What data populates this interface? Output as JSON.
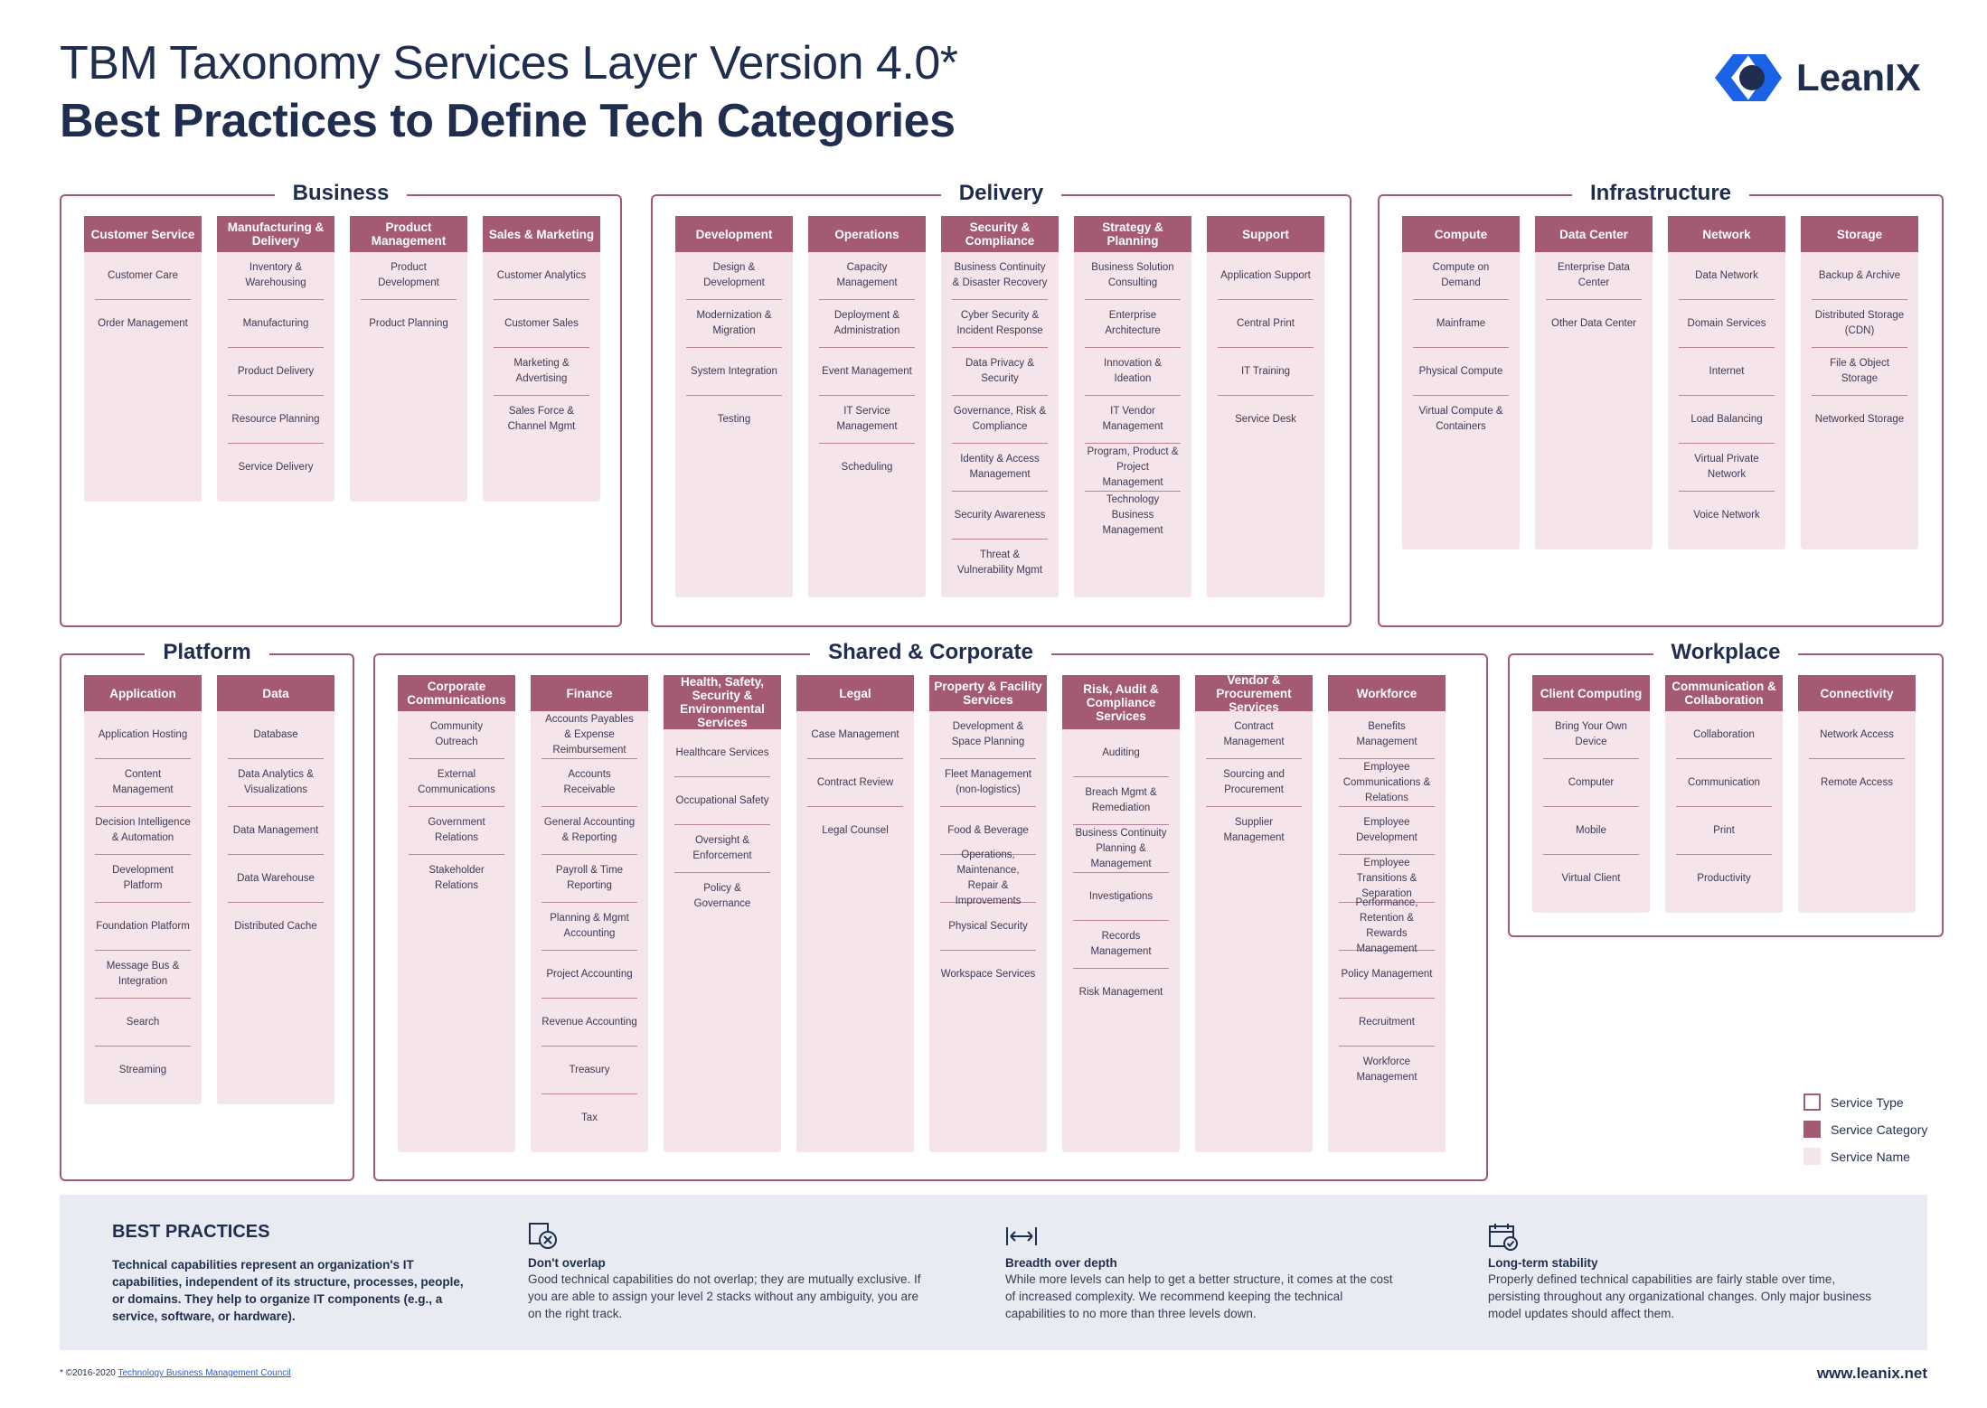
{
  "header": {
    "title_line1": "TBM Taxonomy Services Layer Version 4.0*",
    "title_line2": "Best Practices to Define Tech Categories",
    "logo_text": "LeanIX"
  },
  "colors": {
    "category": "#a35a72",
    "service_name_bg": "#f5e4ea",
    "border": "#a35a72",
    "navy": "#1f2d4e",
    "logo_blue": "#1b63e6"
  },
  "layers": [
    {
      "name": "Business",
      "columns": [
        {
          "category": "Customer Service",
          "items": [
            "Customer Care",
            "Order Management"
          ]
        },
        {
          "category": "Manufacturing & Delivery",
          "items": [
            "Inventory & Warehousing",
            "Manufacturing",
            "Product Delivery",
            "Resource Planning",
            "Service Delivery"
          ]
        },
        {
          "category": "Product Management",
          "items": [
            "Product Development",
            "Product Planning"
          ]
        },
        {
          "category": "Sales & Marketing",
          "items": [
            "Customer Analytics",
            "Customer Sales",
            "Marketing & Advertising",
            "Sales Force & Channel Mgmt"
          ]
        }
      ]
    },
    {
      "name": "Delivery",
      "columns": [
        {
          "category": "Development",
          "items": [
            "Design & Development",
            "Modernization & Migration",
            "System Integration",
            "Testing"
          ]
        },
        {
          "category": "Operations",
          "items": [
            "Capacity Management",
            "Deployment & Administration",
            "Event Management",
            "IT Service Management",
            "Scheduling"
          ]
        },
        {
          "category": "Security & Compliance",
          "items": [
            "Business Continuity & Disaster Recovery",
            "Cyber Security & Incident Response",
            "Data Privacy & Security",
            "Governance, Risk & Compliance",
            "Identity & Access Management",
            "Security Awareness",
            "Threat & Vulnerability Mgmt"
          ]
        },
        {
          "category": "Strategy & Planning",
          "items": [
            "Business Solution Consulting",
            "Enterprise Architecture",
            "Innovation & Ideation",
            "IT Vendor Management",
            "Program, Product & Project Management",
            "Technology Business Management"
          ]
        },
        {
          "category": "Support",
          "items": [
            "Application Support",
            "Central Print",
            "IT Training",
            "Service Desk"
          ]
        }
      ]
    },
    {
      "name": "Infrastructure",
      "columns": [
        {
          "category": "Compute",
          "items": [
            "Compute on Demand",
            "Mainframe",
            "Physical Compute",
            "Virtual Compute & Containers"
          ]
        },
        {
          "category": "Data Center",
          "items": [
            "Enterprise Data Center",
            "Other Data Center"
          ]
        },
        {
          "category": "Network",
          "items": [
            "Data Network",
            "Domain Services",
            "Internet",
            "Load Balancing",
            "Virtual Private Network",
            "Voice Network"
          ]
        },
        {
          "category": "Storage",
          "items": [
            "Backup & Archive",
            "Distributed Storage (CDN)",
            "File & Object Storage",
            "Networked Storage"
          ]
        }
      ]
    },
    {
      "name": "Platform",
      "columns": [
        {
          "category": "Application",
          "items": [
            "Application Hosting",
            "Content Management",
            "Decision Intelligence & Automation",
            "Development Platform",
            "Foundation Platform",
            "Message Bus & Integration",
            "Search",
            "Streaming"
          ]
        },
        {
          "category": "Data",
          "items": [
            "Database",
            "Data Analytics & Visualizations",
            "Data Management",
            "Data Warehouse",
            "Distributed Cache"
          ]
        }
      ]
    },
    {
      "name": "Shared & Corporate",
      "columns": [
        {
          "category": "Corporate Communications",
          "items": [
            "Community Outreach",
            "External Communications",
            "Government Relations",
            "Stakeholder Relations"
          ]
        },
        {
          "category": "Finance",
          "items": [
            "Accounts Payables & Expense Reimbursement",
            "Accounts Receivable",
            "General Accounting & Reporting",
            "Payroll & Time Reporting",
            "Planning & Mgmt Accounting",
            "Project Accounting",
            "Revenue Accounting",
            "Treasury",
            "Tax"
          ]
        },
        {
          "category": "Health, Safety, Security & Environmental Services",
          "items": [
            "Healthcare Services",
            "Occupational Safety",
            "Oversight & Enforcement",
            "Policy & Governance"
          ]
        },
        {
          "category": "Legal",
          "items": [
            "Case Management",
            "Contract Review",
            "Legal Counsel"
          ]
        },
        {
          "category": "Property & Facility Services",
          "items": [
            "Development & Space Planning",
            "Fleet Management (non-logistics)",
            "Food & Beverage",
            "Operations, Maintenance, Repair & Improvements",
            "Physical Security",
            "Workspace Services"
          ]
        },
        {
          "category": "Risk, Audit & Compliance Services",
          "items": [
            "Auditing",
            "Breach Mgmt & Remediation",
            "Business Continuity Planning & Management",
            "Investigations",
            "Records Management",
            "Risk Management"
          ]
        },
        {
          "category": "Vendor & Procurement Services",
          "items": [
            "Contract Management",
            "Sourcing and Procurement",
            "Supplier Management"
          ]
        },
        {
          "category": "Workforce",
          "items": [
            "Benefits Management",
            "Employee Communications & Relations",
            "Employee Development",
            "Employee Transitions & Separation",
            "Performance, Retention & Rewards Management",
            "Policy Management",
            "Recruitment",
            "Workforce Management"
          ]
        }
      ]
    },
    {
      "name": "Workplace",
      "columns": [
        {
          "category": "Client Computing",
          "items": [
            "Bring Your Own Device",
            "Computer",
            "Mobile",
            "Virtual Client"
          ]
        },
        {
          "category": "Communication & Collaboration",
          "items": [
            "Collaboration",
            "Communication",
            "Print",
            "Productivity"
          ]
        },
        {
          "category": "Connectivity",
          "items": [
            "Network Access",
            "Remote Access"
          ]
        }
      ]
    }
  ],
  "legend": {
    "service_type": "Service Type",
    "service_category": "Service Category",
    "service_name": "Service Name"
  },
  "best_practices": {
    "heading": "BEST PRACTICES",
    "intro": "Technical capabilities represent an organization's IT capabilities, independent of its structure, processes, people, or domains. They help to organize IT components (e.g., a service, software, or hardware).",
    "items": [
      {
        "icon": "overlap-icon",
        "title": "Don't overlap",
        "text": "Good technical capabilities do not overlap; they are mutually exclusive. If you are able to assign your level 2 stacks without any ambiguity, you are on the right track."
      },
      {
        "icon": "width-arrows-icon",
        "title": "Breadth over depth",
        "text": "While more levels can help to get a better structure, it comes at the cost of increased complexity. We recommend keeping the technical capabilities to no more than three levels down."
      },
      {
        "icon": "calendar-check-icon",
        "title": "Long-term stability",
        "text": "Properly defined technical capabilities are fairly stable over time, persisting throughout any organizational changes. Only major business model updates should affect them."
      }
    ]
  },
  "footer": {
    "copyright_prefix": "* ©2016-2020",
    "copyright_link": "Technology Business Management Council",
    "website": "www.leanix.net"
  }
}
